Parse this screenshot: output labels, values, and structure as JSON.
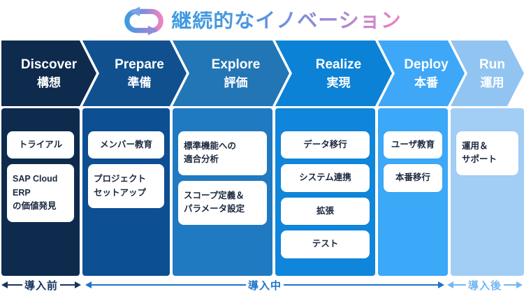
{
  "title": {
    "text": "継続的なイノベーション",
    "icon": "cycle-arrows-icon",
    "gradient_start": "#3E9BE2",
    "gradient_mid": "#8D8BD8",
    "gradient_end": "#EE82C2"
  },
  "stages": [
    {
      "name_en": "Discover",
      "name_ja": "構想",
      "chevron_color": "#0E2A4D",
      "column_color": "#0E2B4E",
      "tasks": [
        "トライアル",
        "SAP Cloud ERP\nの価値発見"
      ]
    },
    {
      "name_en": "Prepare",
      "name_ja": "準備",
      "chevron_color": "#11508E",
      "column_color": "#0D4F93",
      "tasks": [
        "メンバー教育",
        "プロジェクト\nセットアップ"
      ]
    },
    {
      "name_en": "Explore",
      "name_ja": "評価",
      "chevron_color": "#2276B5",
      "column_color": "#1F7AC2",
      "tasks": [
        "標準機能への\n適合分析",
        "スコープ定義＆\nパラメータ設定"
      ]
    },
    {
      "name_en": "Realize",
      "name_ja": "実現",
      "chevron_color": "#0B82D6",
      "column_color": "#0F86DB",
      "tasks": [
        "データ移行",
        "システム連携",
        "拡張",
        "テスト"
      ]
    },
    {
      "name_en": "Deploy",
      "name_ja": "本番",
      "chevron_color": "#3FA7F7",
      "column_color": "#3BA8F8",
      "tasks": [
        "ユーザ教育",
        "本番移行"
      ]
    },
    {
      "name_en": "Run",
      "name_ja": "運用",
      "chevron_color": "#92C4F1",
      "column_color": "#A2CDF5",
      "tasks": [
        "運用＆\nサポート"
      ]
    }
  ],
  "phases": [
    {
      "label": "導入前",
      "color": "#16355C"
    },
    {
      "label": "導入中",
      "color": "#1E74C8"
    },
    {
      "label": "導入後",
      "color": "#74B6F2"
    }
  ],
  "task_text_color": "#1C2940"
}
